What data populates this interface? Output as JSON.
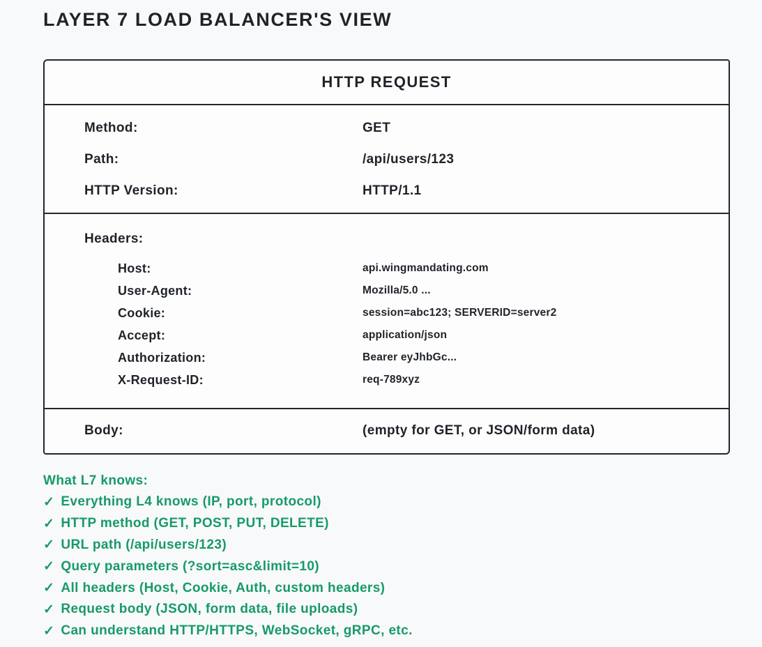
{
  "page": {
    "title": "LAYER 7 LOAD BALANCER'S VIEW"
  },
  "colors": {
    "background": "#f8f9fa",
    "card_background": "#fdfdfe",
    "ink": "#23272c",
    "accent_green": "#179a69"
  },
  "request_card": {
    "title": "HTTP REQUEST",
    "request_line": [
      {
        "label": "Method:",
        "value": "GET"
      },
      {
        "label": "Path:",
        "value": "/api/users/123"
      },
      {
        "label": "HTTP Version:",
        "value": "HTTP/1.1"
      }
    ],
    "headers_section": {
      "label": "Headers:",
      "items": [
        {
          "label": "Host:",
          "value": "api.wingmandating.com"
        },
        {
          "label": "User-Agent:",
          "value": "Mozilla/5.0 ..."
        },
        {
          "label": "Cookie:",
          "value": "session=abc123; SERVERID=server2"
        },
        {
          "label": "Accept:",
          "value": "application/json"
        },
        {
          "label": "Authorization:",
          "value": "Bearer eyJhbGc..."
        },
        {
          "label": "X-Request-ID:",
          "value": "req-789xyz"
        }
      ]
    },
    "body_section": {
      "label": "Body:",
      "value": "(empty for GET, or JSON/form data)"
    }
  },
  "knowledge": {
    "heading": "What L7 knows:",
    "check_icon": "✓",
    "items": [
      "Everything L4 knows (IP, port, protocol)",
      "HTTP method (GET, POST, PUT, DELETE)",
      "URL path (/api/users/123)",
      "Query parameters (?sort=asc&limit=10)",
      "All headers (Host, Cookie, Auth, custom headers)",
      "Request body (JSON, form data, file uploads)",
      "Can understand HTTP/HTTPS, WebSocket, gRPC, etc."
    ]
  }
}
